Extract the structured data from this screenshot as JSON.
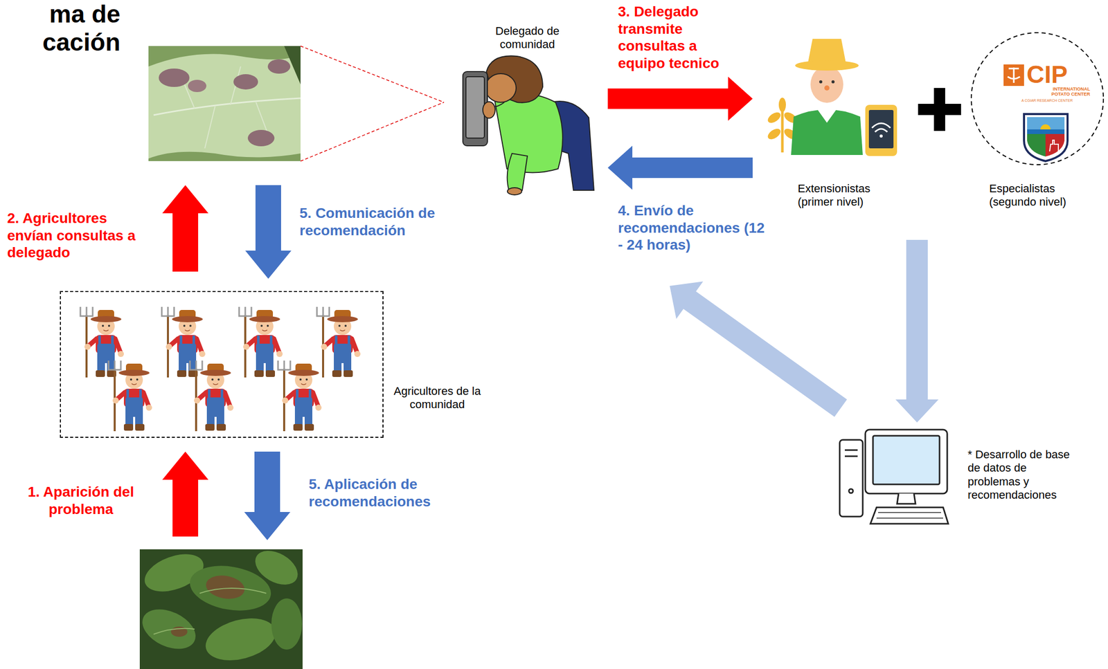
{
  "diagram": {
    "title": "ma de cación",
    "nodes": [
      {
        "text": [
          "Delegado de comunidad"
        ]
      },
      {
        "text": [
          "Extensionistas (primer nivel)"
        ]
      },
      {
        "text": [
          "Especialistas (segundo nivel)",
          "CIP",
          "INTERNATIONAL POTATO CENTER",
          "A CGIAR RESEARCH CENTER"
        ]
      },
      {
        "text": [
          "Agricultores de la comunidad"
        ]
      },
      {
        "text": [
          "* Desarrollo de base de datos de problemas y recomendaciones"
        ]
      }
    ],
    "edges": [
      {
        "from": 0,
        "to": 1,
        "label": "3. Delegado transmite consultas a equipo tecnico",
        "arrow": "to"
      },
      {
        "from": 1,
        "to": 0,
        "label": "4. Envío de recomendaciones (12 - 24 horas)",
        "arrow": "to"
      },
      {
        "from": 1,
        "to": 4,
        "arrow": "to"
      },
      {
        "from": 4,
        "to": 0,
        "arrow": "to"
      }
    ],
    "labels": [
      "2. Agricultores envían consultas a delegado",
      "5. Comunicación de recomendación",
      "1. Aparición del problema",
      "5. Aplicación de recomendaciones"
    ]
  }
}
